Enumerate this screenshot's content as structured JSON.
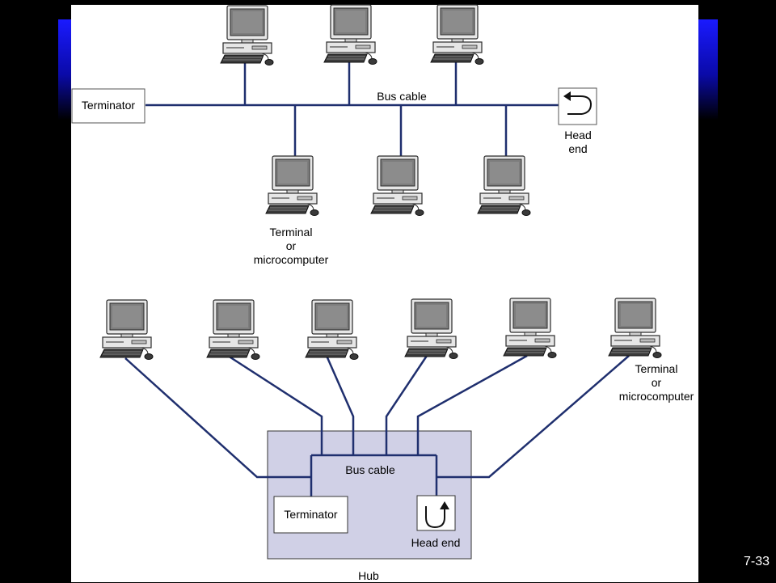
{
  "slide": {
    "page_number": "7-33",
    "colors": {
      "background": "#000000",
      "title_bar_gradient_top": "#1a1aff",
      "title_bar_gradient_bottom": "#000000",
      "canvas": "#ffffff",
      "cable": "#1f2f6e",
      "hub_fill": "#d0d0e6"
    }
  },
  "bus_diagram": {
    "terminator_label": "Terminator",
    "cable_label": "Bus cable",
    "head_end_lines": [
      "Head",
      "end"
    ],
    "terminal_lines": [
      "Terminal",
      "or",
      "microcomputer"
    ],
    "icons": [
      "computer-icon",
      "head-end-icon"
    ]
  },
  "hub_diagram": {
    "cable_label": "Bus cable",
    "terminator_label": "Terminator",
    "head_end_label": "Head end",
    "hub_label": "Hub",
    "terminal_lines": [
      "Terminal",
      "or",
      "microcomputer"
    ],
    "icons": [
      "computer-icon",
      "head-end-icon"
    ]
  }
}
